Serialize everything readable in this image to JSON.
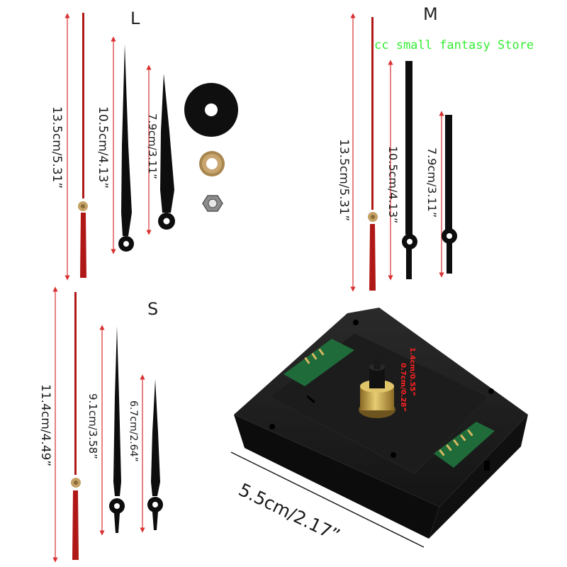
{
  "store_name": "cc small fantasy Store",
  "sets": {
    "L": {
      "letter": "L",
      "second_hand": "13.5cm/5.31”",
      "minute_hand": "10.5cm/4.13”",
      "hour_hand": "7.9cm/3.11”"
    },
    "M": {
      "letter": "M",
      "second_hand": "13.5cm/5.31”",
      "minute_hand": "10.5cm/4.13”",
      "hour_hand": "7.9cm/3.11”"
    },
    "S": {
      "letter": "S",
      "second_hand": "11.4cm/4.49”",
      "minute_hand": "9.1cm/3.58”",
      "hour_hand": "6.7cm/2.64”"
    }
  },
  "movement": {
    "width": "5.5cm/2.17”",
    "shaft_length": "1.4cm/0.55”",
    "thread_length": "0.7cm/0.28”"
  },
  "colors": {
    "second_hand": "#b01818",
    "dimension_line": "#d93030",
    "hands": "#0d0d0d",
    "movement_case": "#161616",
    "brass": "#c9a84a",
    "pcb": "#1f6b3a",
    "watermark": "#33ee33"
  }
}
